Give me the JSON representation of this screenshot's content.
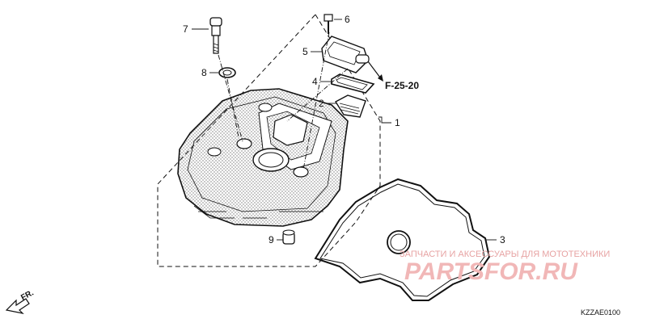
{
  "diagram": {
    "callouts": [
      {
        "id": "1",
        "label": "1"
      },
      {
        "id": "2",
        "label": "2"
      },
      {
        "id": "3",
        "label": "3"
      },
      {
        "id": "4",
        "label": "4"
      },
      {
        "id": "5",
        "label": "5"
      },
      {
        "id": "6",
        "label": "6"
      },
      {
        "id": "7",
        "label": "7"
      },
      {
        "id": "8",
        "label": "8"
      },
      {
        "id": "9",
        "label": "9"
      }
    ],
    "reference": "F-25-20",
    "front_label": "FR.",
    "diagram_code": "KZZAE0100",
    "watermark": {
      "text": "ЗАПЧАСТИ И АКСЕССУАРЫ ДЛЯ МОТОТЕХНИКИ",
      "brand": "PARTSFOR.RU"
    },
    "colors": {
      "line": "#111111",
      "dots": "#777777",
      "watermark": "#f1b7b7"
    }
  }
}
